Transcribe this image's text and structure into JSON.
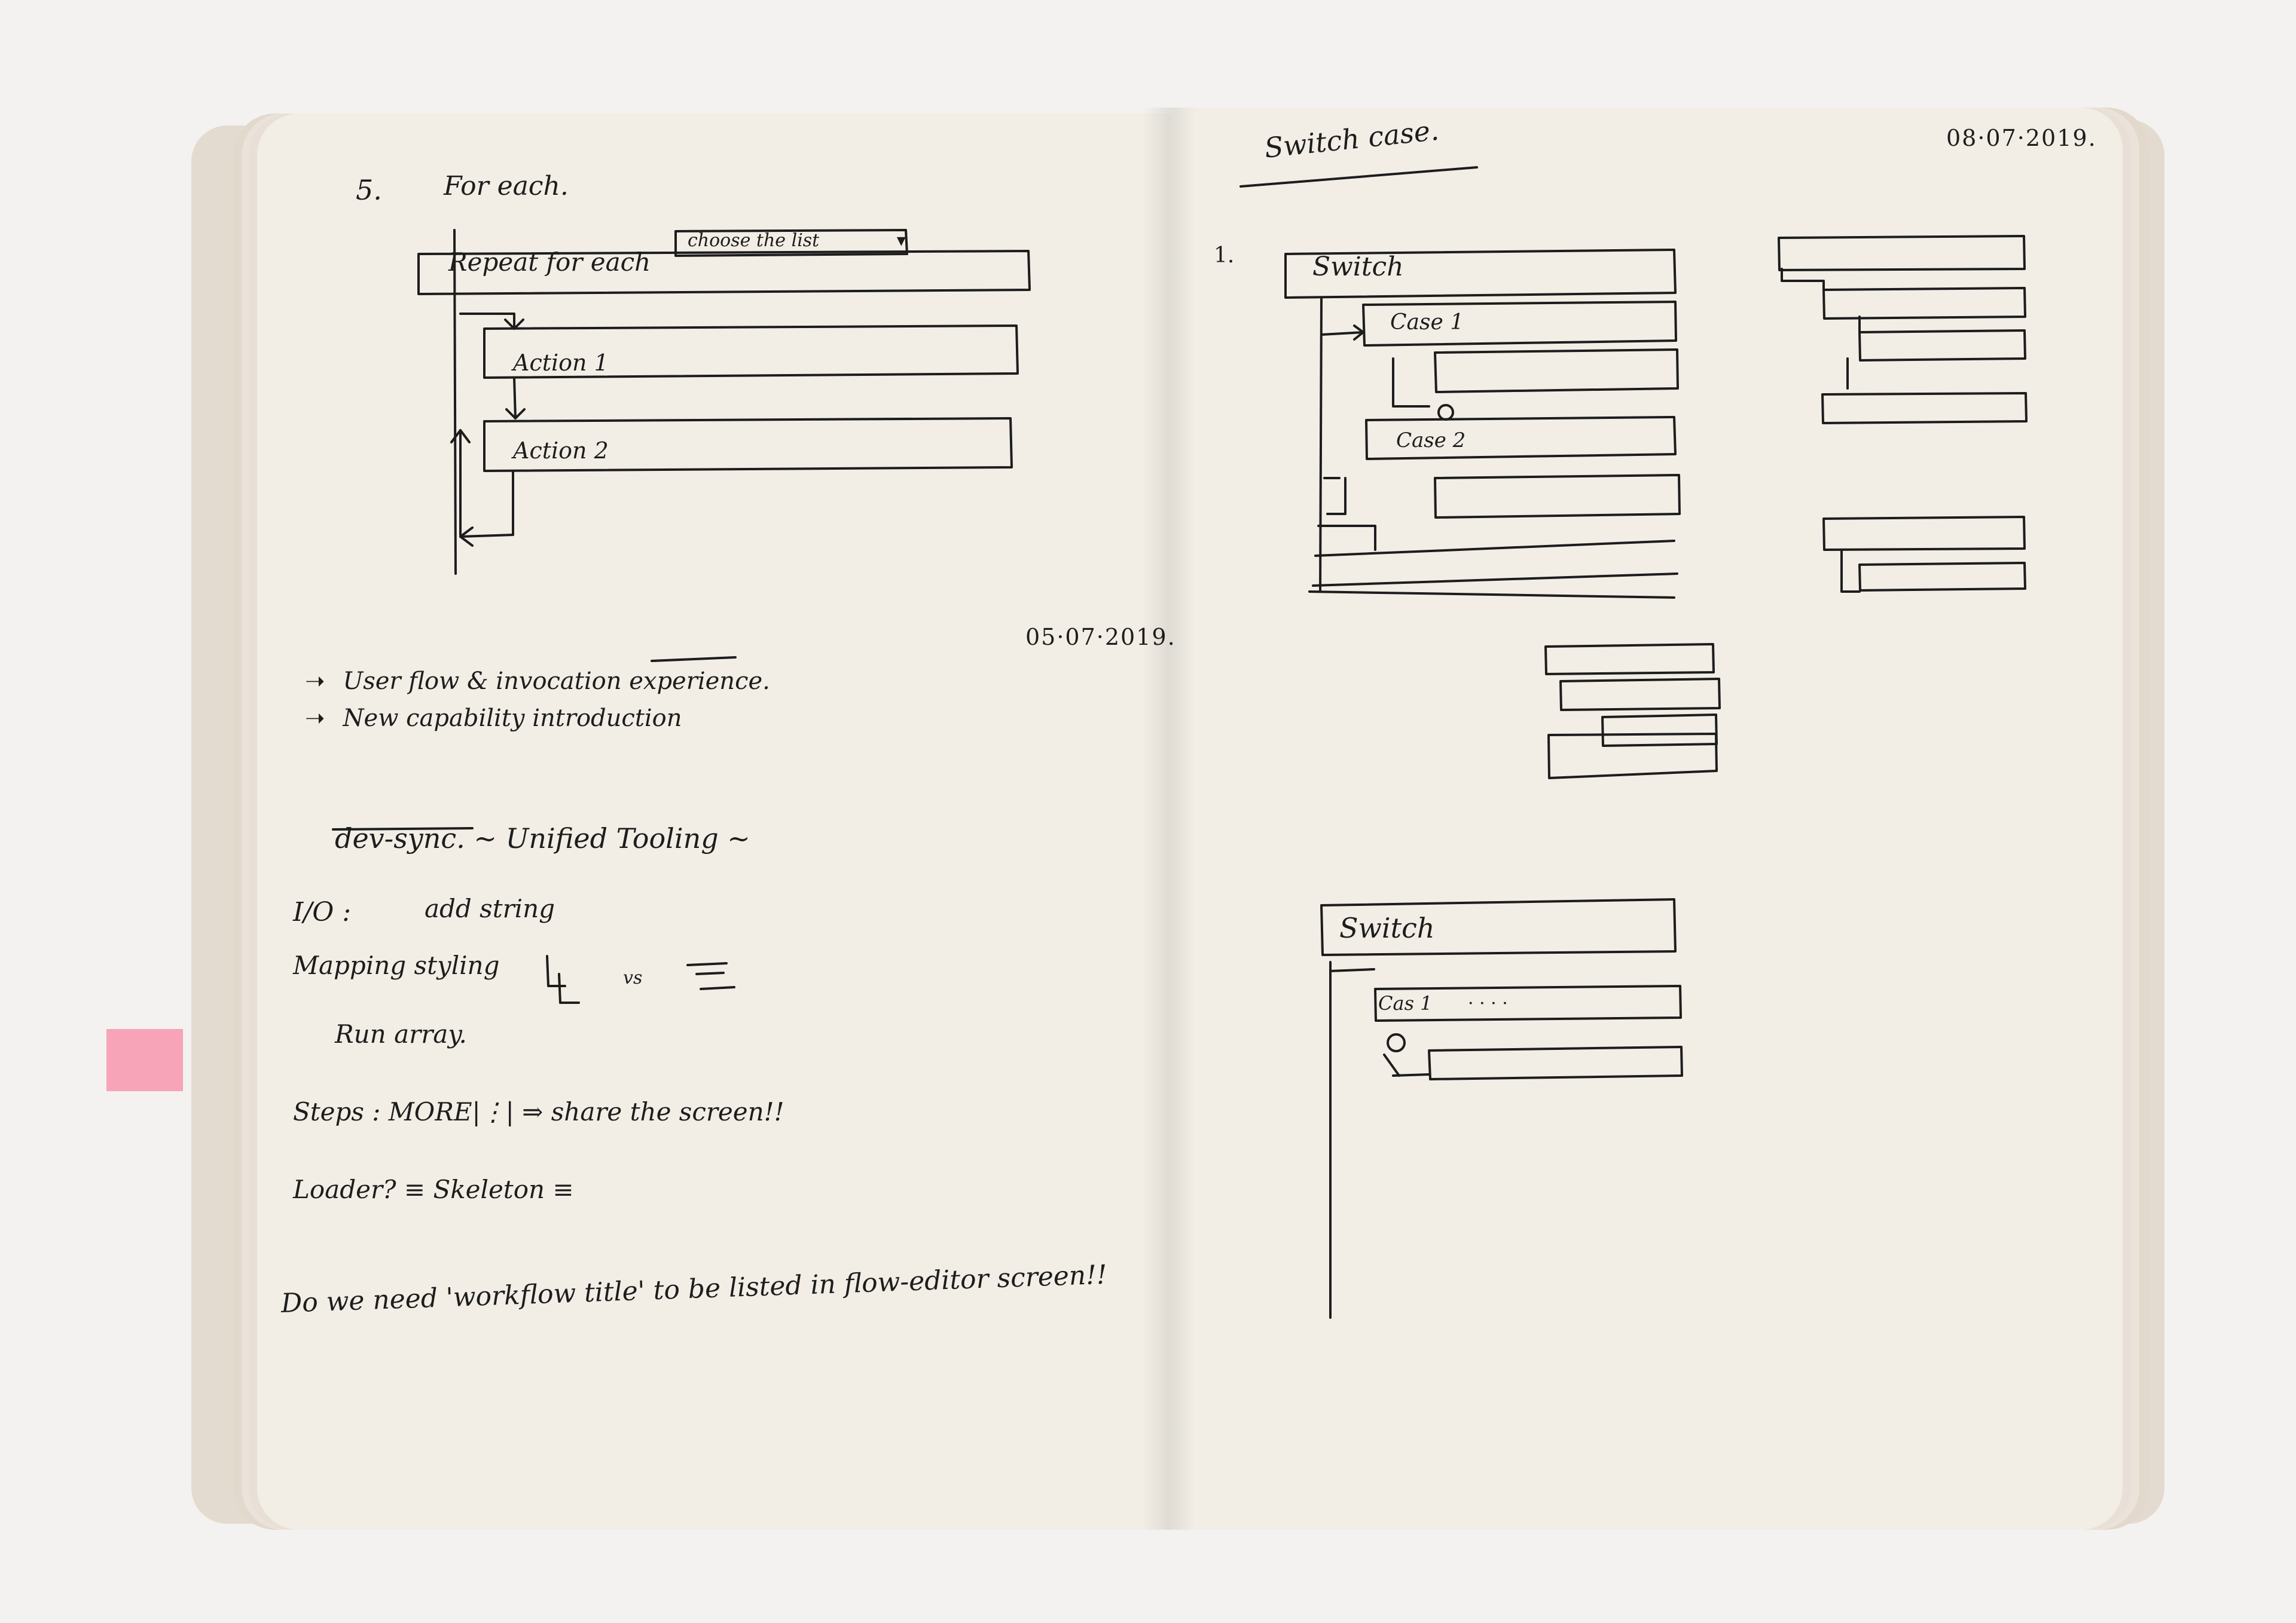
{
  "left_page": {
    "step_number": "5.",
    "heading": "For each.",
    "repeat_label": "Repeat for each",
    "dropdown_text": "choose the list",
    "dropdown_arrow": "▾",
    "action1": "Action 1",
    "action2": "Action 2",
    "date": "05·07·2019.",
    "bullets": [
      "User flow & invocation experience.",
      "New capability introduction"
    ],
    "bullet_glyph": "➝",
    "devsync_title": "dev-sync. ~ Unified Tooling ~",
    "io_label": "I/O :",
    "io_value": "add string",
    "mapping_label": "Mapping styling",
    "vs_label": "vs",
    "run_array": "Run array.",
    "steps_line": "Steps : MORE|⋮| ⇒ share the screen!!",
    "loader_line": "Loader? ≡ Skeleton ≡",
    "question": "Do we need 'workflow title' to be listed in flow-editor screen!!"
  },
  "right_page": {
    "heading": "Switch case.",
    "date": "08·07·2019.",
    "item_number": "1.",
    "switch_label": "Switch",
    "case1": "Case 1",
    "case2": "Case 2",
    "switch2_label": "Switch",
    "case1_b": "Cas 1",
    "dots": "· · · ·"
  },
  "colors": {
    "page": "#f2eee6",
    "ink": "#1d1d1d",
    "tab": "#f7a4b8",
    "background": "#f3f2f0"
  }
}
